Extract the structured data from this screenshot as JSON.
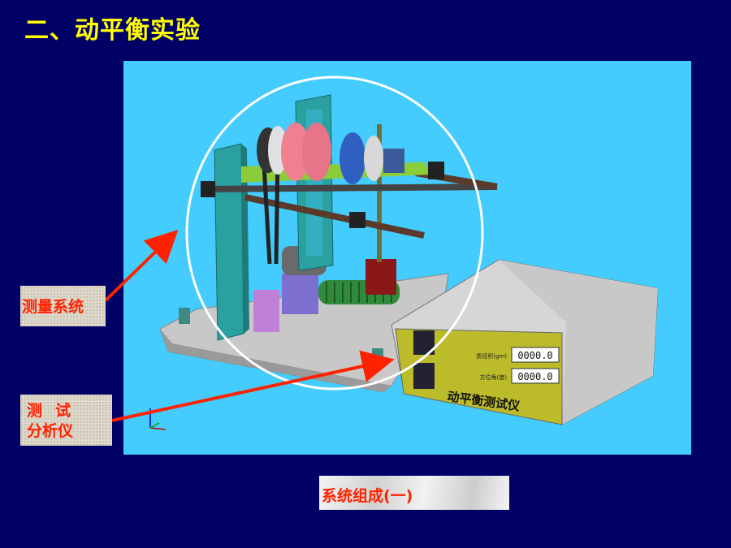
{
  "slide": {
    "title": "二、动平衡实验",
    "caption": "系统组成(一)"
  },
  "callouts": {
    "measurement_system": "测量系统",
    "analyzer_line1": "测试",
    "analyzer_line2": "分析仪"
  },
  "instrument": {
    "name": "动平衡测试仪",
    "readout_top_label": "质径积(gm)",
    "readout_top_value": "0000.0",
    "readout_bottom_label": "方位角(度)",
    "readout_bottom_value": "0000.0"
  },
  "colors": {
    "background": "#000066",
    "title": "#ffff00",
    "callout_text": "#ff2200",
    "diagram_bg": "#44ccff"
  }
}
